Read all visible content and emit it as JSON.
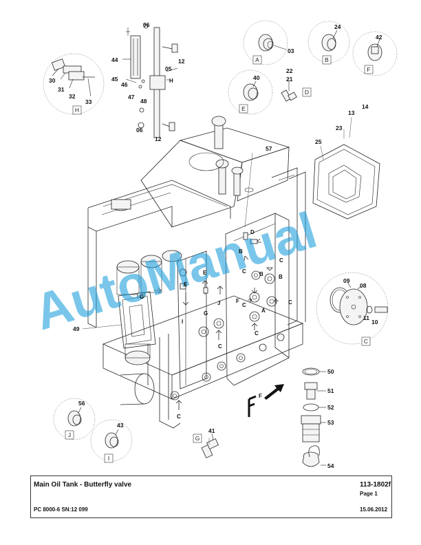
{
  "watermark": "AutoManual",
  "title_block": {
    "title": "Main Oil Tank - Butterfly valve",
    "doc_number": "113-1802f",
    "page": "Page 1",
    "model": "PC 8000-6 SN:12 099",
    "date": "15.06.2012"
  },
  "detail_labels": {
    "A": "A",
    "B": "B",
    "C": "C",
    "D": "D",
    "E": "E",
    "F": "F",
    "G": "G",
    "H": "H",
    "I": "I",
    "J": "J"
  },
  "callouts": {
    "p03": "03",
    "p05": "05",
    "p06a": "06",
    "p06b": "06",
    "p08": "08",
    "p09": "09",
    "p10": "10",
    "p11": "11",
    "p12a": "12",
    "p12b": "12",
    "p13": "13",
    "p14": "14",
    "p21": "21",
    "p22": "22",
    "p23": "23",
    "p24": "24",
    "p25": "25",
    "p30": "30",
    "p31": "31",
    "p32": "32",
    "p33": "33",
    "p40": "40",
    "p41": "41",
    "p42": "42",
    "p43": "43",
    "p44": "44",
    "p45": "45",
    "p46": "46",
    "p47": "47",
    "p48": "48",
    "p49": "49",
    "p50": "50",
    "p51": "51",
    "p52": "52",
    "p53": "53",
    "p54": "54",
    "p56": "56",
    "p57": "57"
  },
  "flags": {
    "f1": "D",
    "f2": "B",
    "f3": "C",
    "f4": "C",
    "f5": "B",
    "f6": "B",
    "f7": "F",
    "f8": "C",
    "f9": "A",
    "f10": "C",
    "f11": "E",
    "f12": "E",
    "f13": "G",
    "f14": "G",
    "f15": "J",
    "f16": "I",
    "f17": "C",
    "f18": "C",
    "f19": "H",
    "f20": "C",
    "f21": "F"
  }
}
